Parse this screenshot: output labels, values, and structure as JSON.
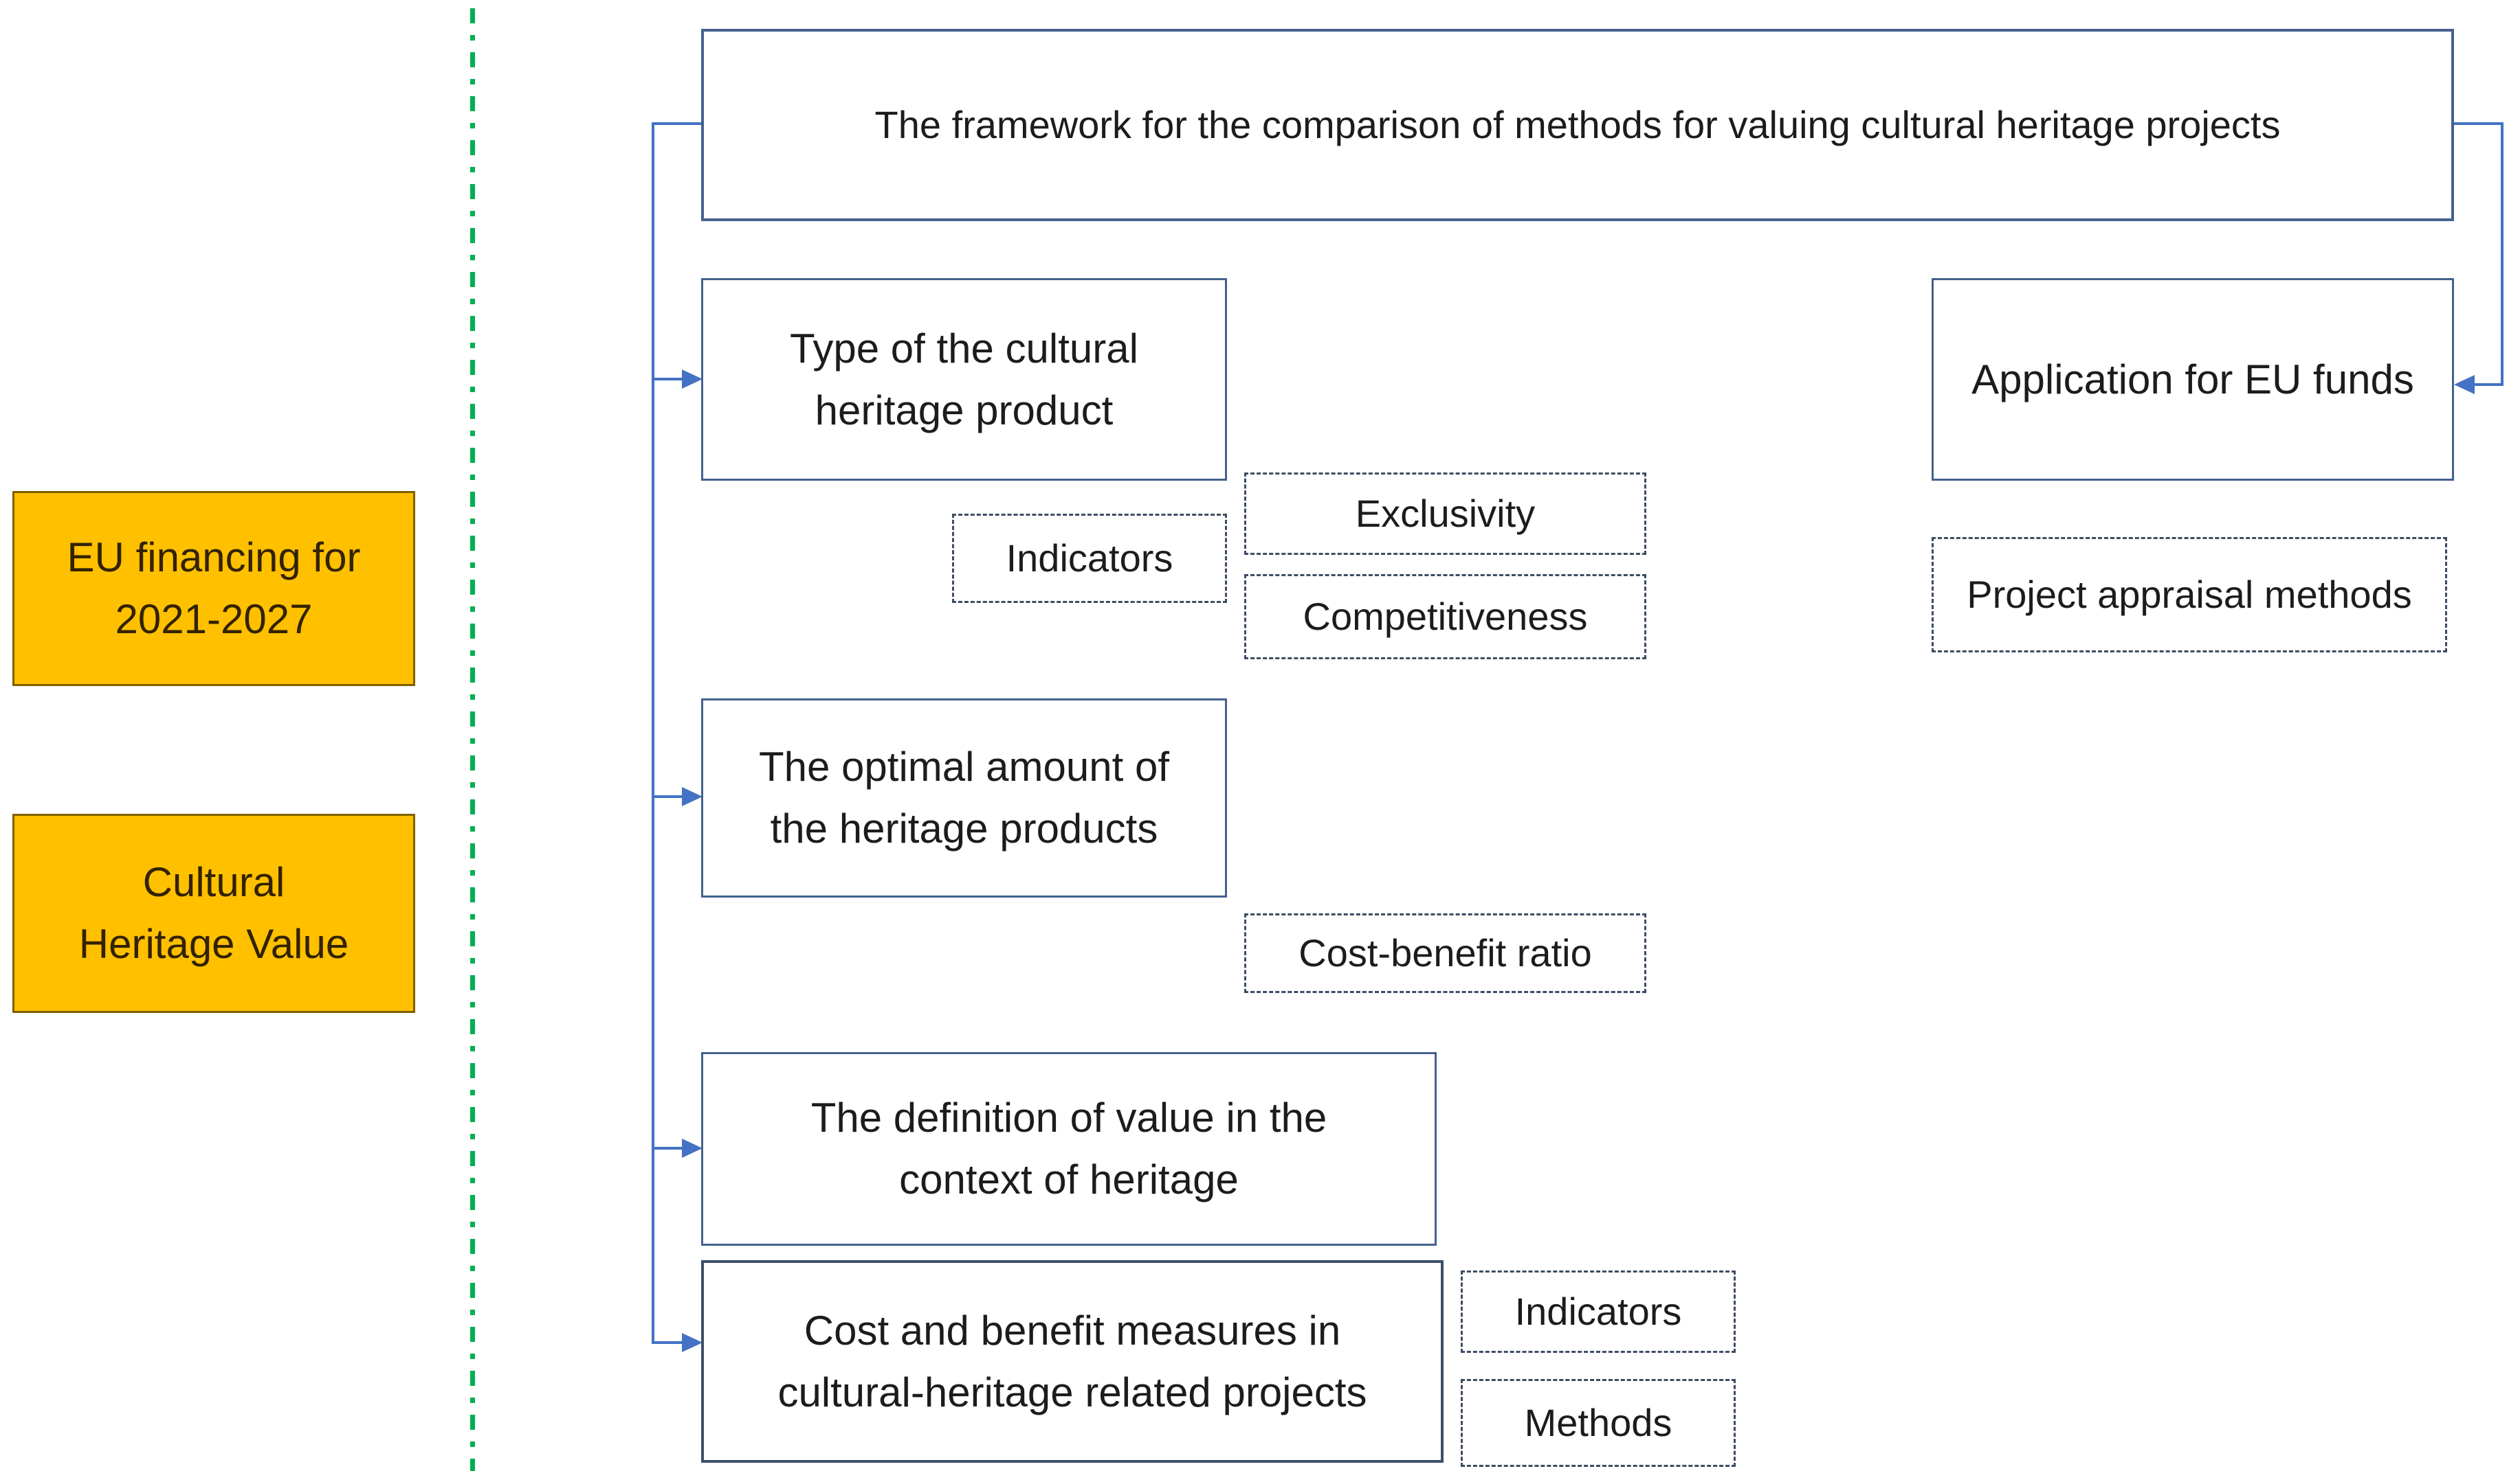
{
  "colors": {
    "accent_orange": "#FFC000",
    "orange_border": "#7F6000",
    "divider_green": "#00B050",
    "connector_blue": "#4472C4",
    "solid_box_border": "#44618E",
    "dashed_box_border": "#3E4C63",
    "text": "#1C1C1C"
  },
  "side_tags": {
    "eu_financing": {
      "label": "EU financing for\n2021-2027"
    },
    "cultural_heritage_value": {
      "label": "Cultural\nHeritage Value"
    }
  },
  "framework": {
    "label": "The framework for the comparison of methods for valuing cultural heritage projects"
  },
  "nodes": {
    "type_of_product": {
      "label": "Type of the cultural\nheritage product"
    },
    "application_for_eu_funds": {
      "label": "Application for EU funds"
    },
    "optimal_amount": {
      "label": "The optimal amount of\nthe heritage products"
    },
    "definition_of_value": {
      "label": "The definition of value in the\ncontext of heritage"
    },
    "cost_benefit_measures": {
      "label": "Cost and benefit measures in\ncultural-heritage related projects"
    }
  },
  "notes": {
    "indicators_type": {
      "label": "Indicators"
    },
    "exclusivity": {
      "label": "Exclusivity"
    },
    "competitiveness": {
      "label": "Competitiveness"
    },
    "project_appraisal_methods": {
      "label": "Project appraisal methods"
    },
    "cost_benefit_ratio": {
      "label": "Cost-benefit ratio"
    },
    "indicators_measures": {
      "label": "Indicators"
    },
    "methods": {
      "label": "Methods"
    }
  }
}
